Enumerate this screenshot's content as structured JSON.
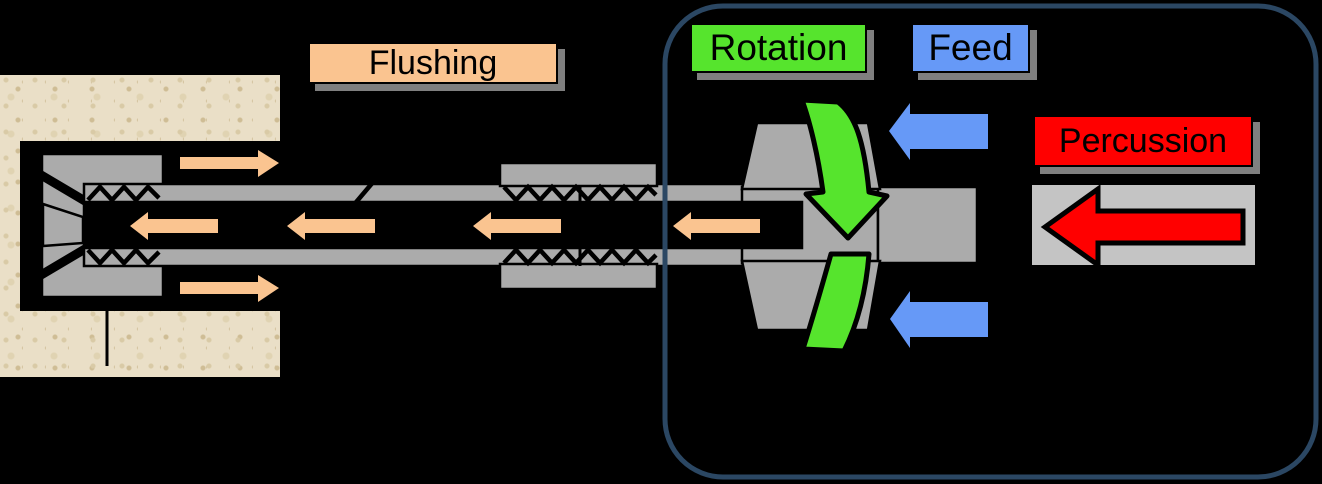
{
  "labels": {
    "flushing": "Flushing",
    "rotation": "Rotation",
    "feed": "Feed",
    "percussion": "Percussion"
  },
  "colors": {
    "background": "#000000",
    "flushing": "#FAC490",
    "rotation": "#56E42D",
    "feed": "#6699F7",
    "percussion": "#FF0000",
    "machine_gray": "#ABABAB",
    "block_gray": "#C4C4C4",
    "panel_border": "#2B4763",
    "rock_tan": "#EADFC7"
  }
}
